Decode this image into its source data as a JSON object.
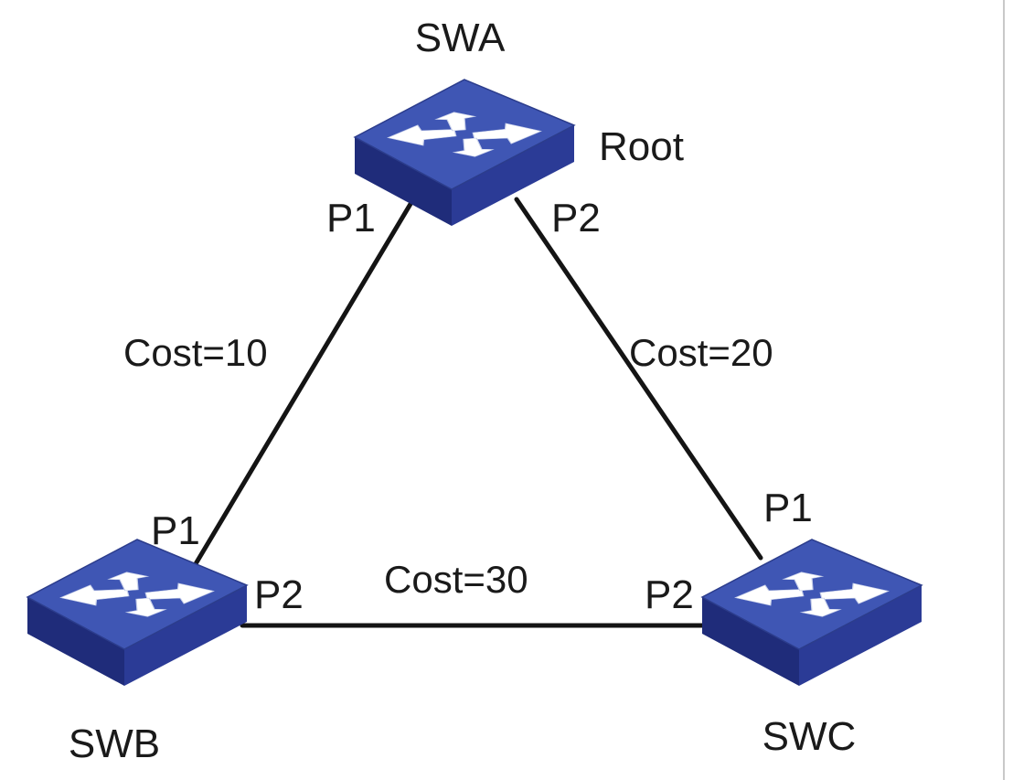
{
  "nodes": {
    "swa": {
      "name": "SWA",
      "role": "Root",
      "port1": "P1",
      "port2": "P2"
    },
    "swb": {
      "name": "SWB",
      "port1": "P1",
      "port2": "P2"
    },
    "swc": {
      "name": "SWC",
      "port1": "P1",
      "port2": "P2"
    }
  },
  "links": {
    "a_b": {
      "label": "Cost=10",
      "from": "SWA P1",
      "to": "SWB P1"
    },
    "a_c": {
      "label": "Cost=20",
      "from": "SWA P2",
      "to": "SWC P1"
    },
    "b_c": {
      "label": "Cost=30",
      "from": "SWB P2",
      "to": "SWC P2"
    }
  },
  "colors": {
    "switch_top": "#3f56b4",
    "switch_side_dark": "#1f2c7a",
    "switch_side": "#2b3b96",
    "link": "#141414"
  },
  "icon": "network-switch-icon"
}
